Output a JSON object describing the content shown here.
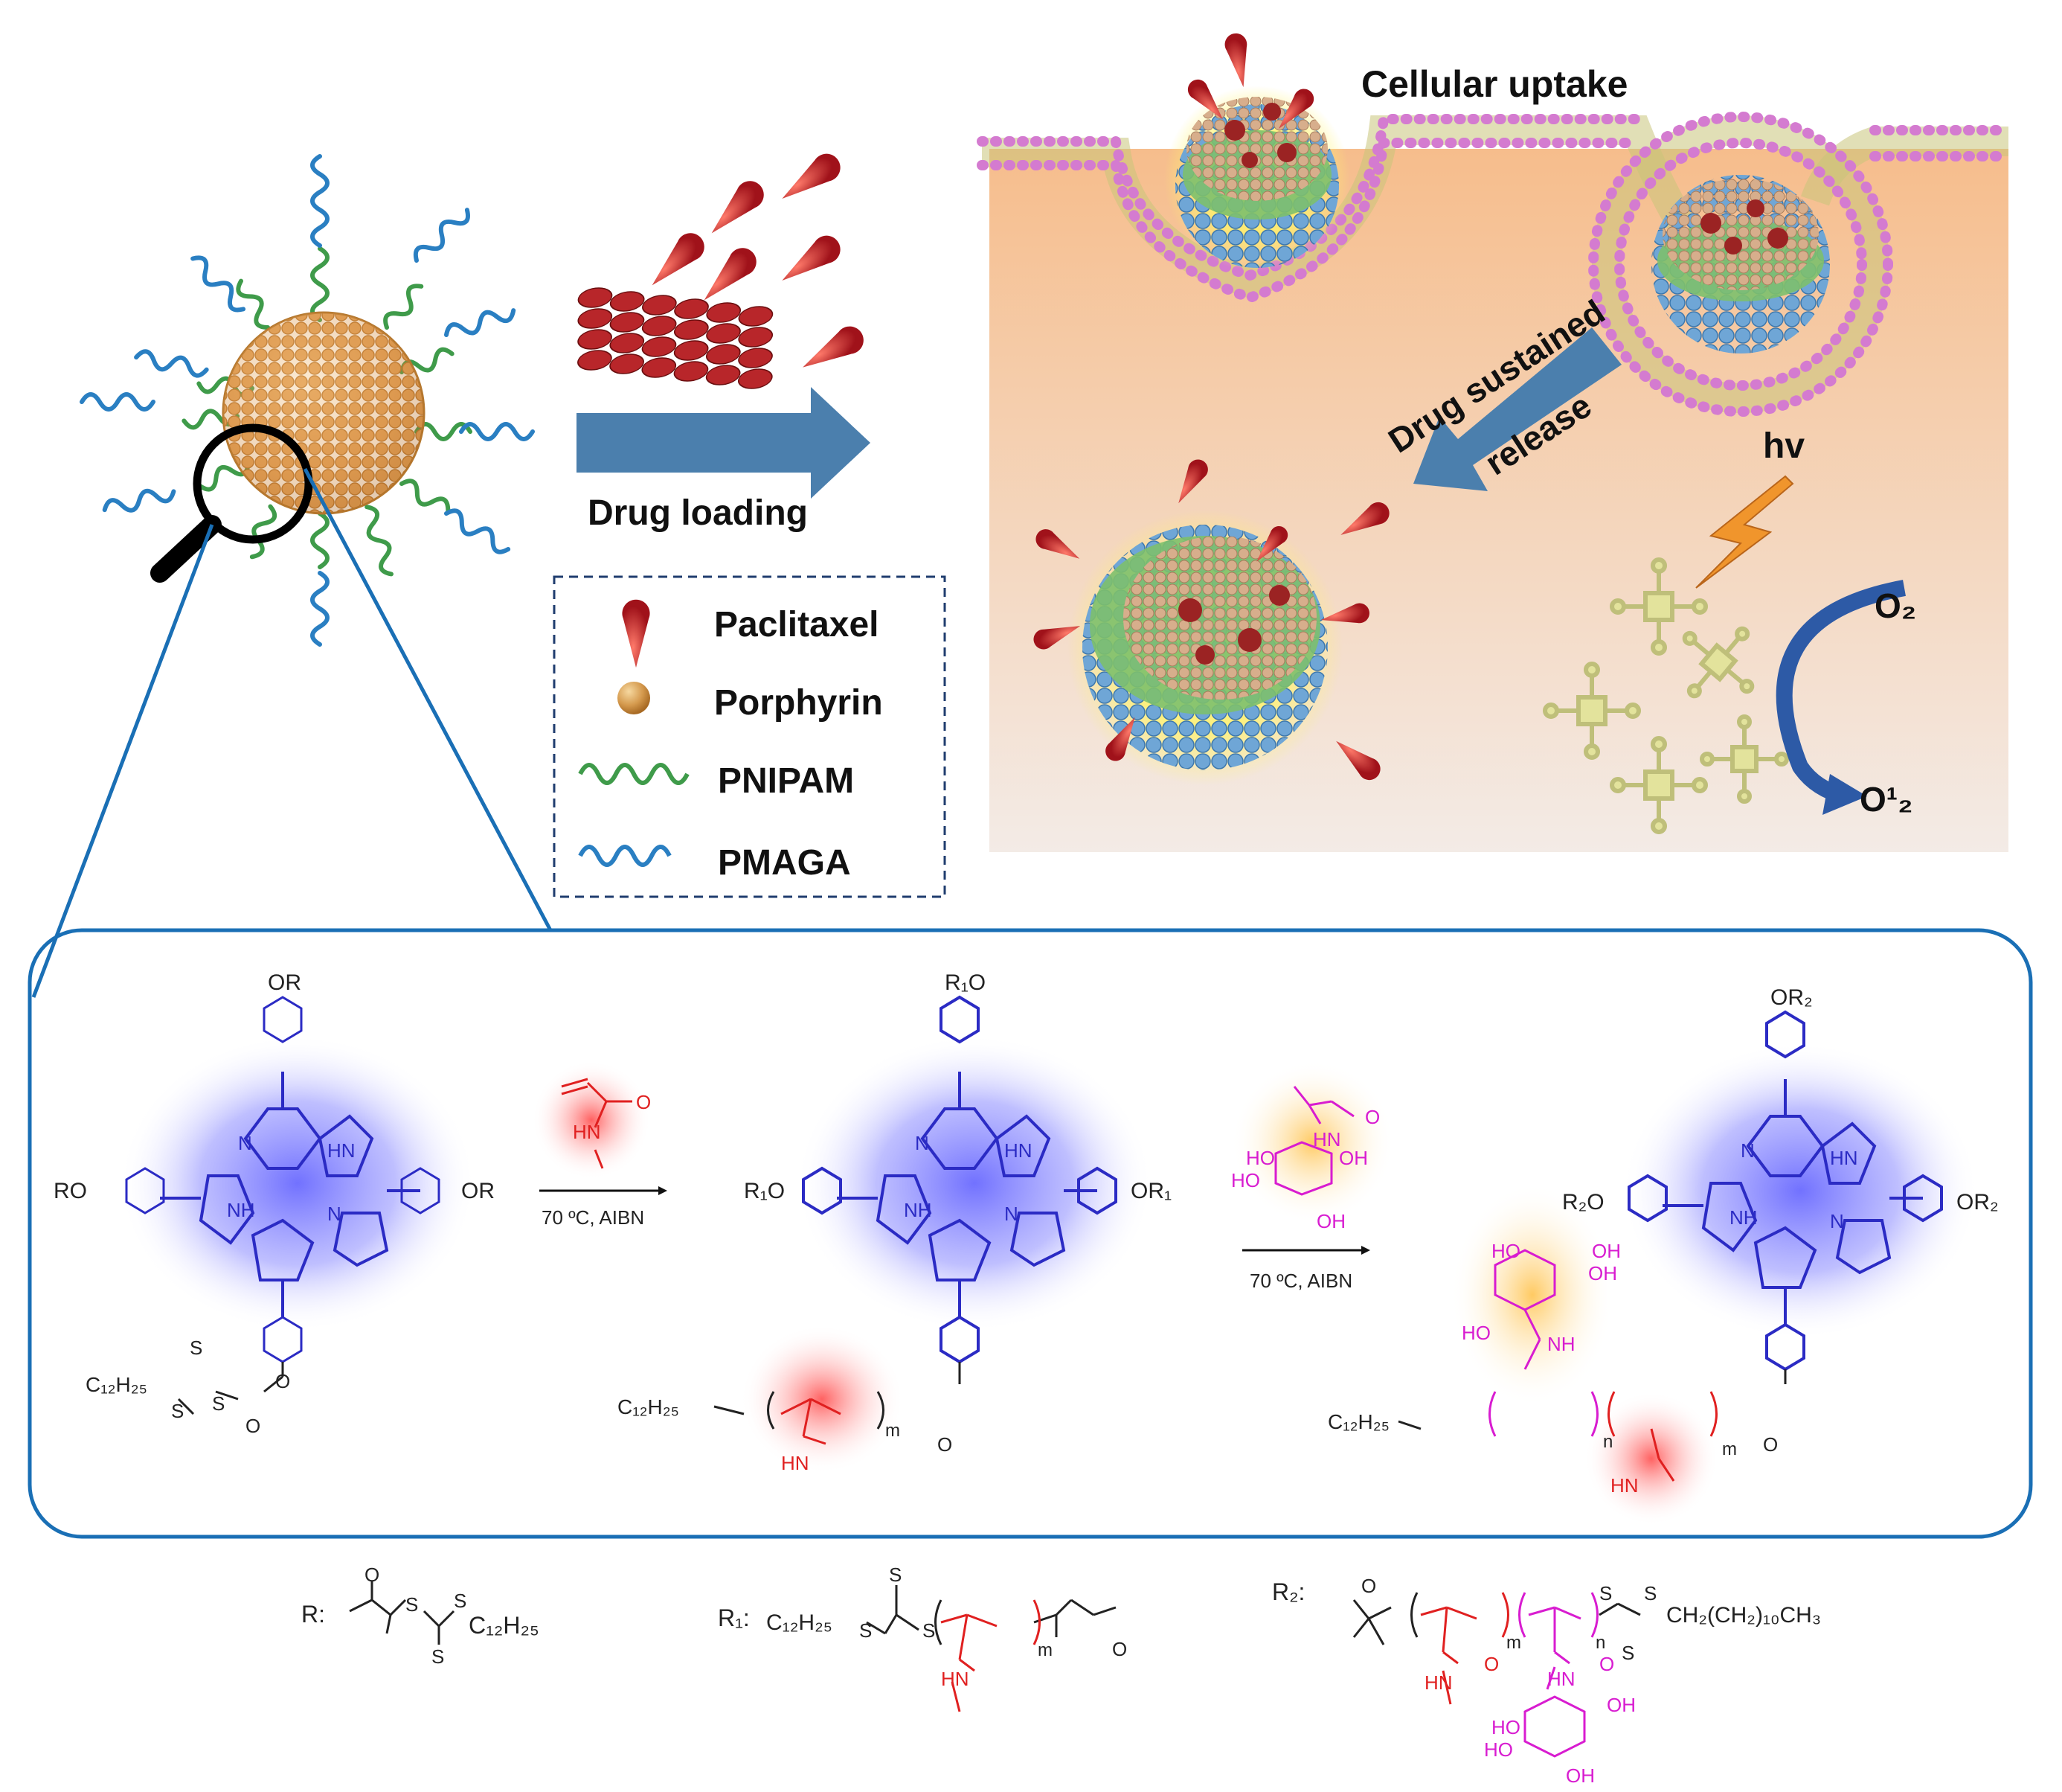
{
  "top_labels": {
    "drug_loading": "Drug loading",
    "cellular_uptake": "Cellular uptake",
    "drug_release_line1": "Drug sustained",
    "drug_release_line2": "release",
    "hv": "hv",
    "o2": "O₂",
    "singlet_o2": "O¹₂"
  },
  "legend": [
    {
      "label": "Paclitaxel",
      "icon": "paclitaxel-drop-icon"
    },
    {
      "label": "Porphyrin",
      "icon": "porphyrin-sphere-icon"
    },
    {
      "label": "PNIPAM",
      "icon": "green-chain-icon"
    },
    {
      "label": "PMAGA",
      "icon": "blue-chain-icon"
    }
  ],
  "scheme": {
    "porphyrin1": {
      "top": "OR",
      "left": "RO",
      "right": "OR",
      "nh_top": "N",
      "hn": "HN",
      "nh": "NH",
      "n_bot": "N"
    },
    "porphyrin2": {
      "top": "R₁O",
      "left": "R₁O",
      "right": "OR₁"
    },
    "porphyrin3": {
      "top": "OR₂",
      "left": "R₂O",
      "right": "OR₂"
    },
    "step1_condition": "70 ºC, AIBN",
    "step2_condition": "70 ºC, AIBN",
    "c12h25": "C₁₂H₂₅",
    "s": "S",
    "o": "O",
    "m": "m",
    "n": "n",
    "hn_label": "HN",
    "nh_label": "NH",
    "ho": "HO",
    "oh": "OH"
  },
  "definitions": {
    "r": "R:",
    "r1": "R₁:",
    "r2": "R₂:",
    "r_tail": "C₁₂H₂₅",
    "r1_head": "C₁₂H₂₅",
    "r2_tail": "CH₂(CH₂)₁₀CH₃"
  },
  "colors": {
    "frame": "#1a6fb5",
    "arrow": "#4b7fad",
    "porphyrin_core": "#2b2bc4",
    "pnipam": "#e02020",
    "pmaga": "#d81cd0",
    "cell_bg": "#f7c79a",
    "gold": "#d9a35a",
    "membrane_head": "#d47bd0"
  }
}
